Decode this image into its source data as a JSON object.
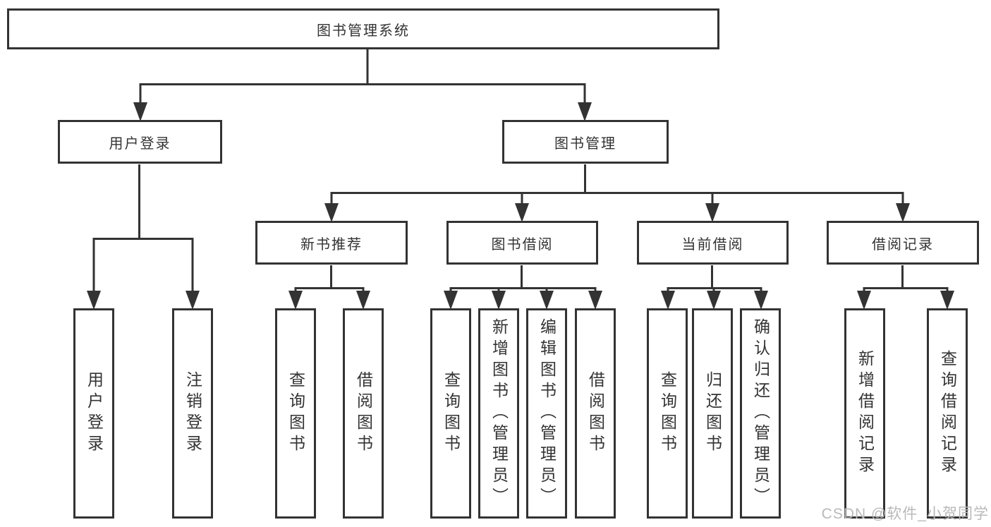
{
  "tree": {
    "root": {
      "label": "图书管理系统"
    },
    "branches": [
      {
        "label": "用户登录",
        "children": [
          {
            "label": "用户登录"
          },
          {
            "label": "注销登录"
          }
        ]
      },
      {
        "label": "图书管理",
        "children": [
          {
            "label": "新书推荐",
            "children": [
              {
                "label": "查询图书"
              },
              {
                "label": "借阅图书"
              }
            ]
          },
          {
            "label": "图书借阅",
            "children": [
              {
                "label": "查询图书"
              },
              {
                "label": "新增图书（管理员）"
              },
              {
                "label": "编辑图书（管理员）"
              },
              {
                "label": "借阅图书"
              }
            ]
          },
          {
            "label": "当前借阅",
            "children": [
              {
                "label": "查询图书"
              },
              {
                "label": "归还图书"
              },
              {
                "label": "确认归还（管理员）"
              }
            ]
          },
          {
            "label": "借阅记录",
            "children": [
              {
                "label": "新增借阅记录"
              },
              {
                "label": "查询借阅记录"
              }
            ]
          }
        ]
      }
    ]
  },
  "watermark": {
    "text": "CSDN @软件_小贺同学"
  },
  "colors": {
    "line": "#333333",
    "text": "#333333",
    "box_background": "#ffffff",
    "watermark": "#b9b9b9",
    "background": "#ffffff"
  }
}
